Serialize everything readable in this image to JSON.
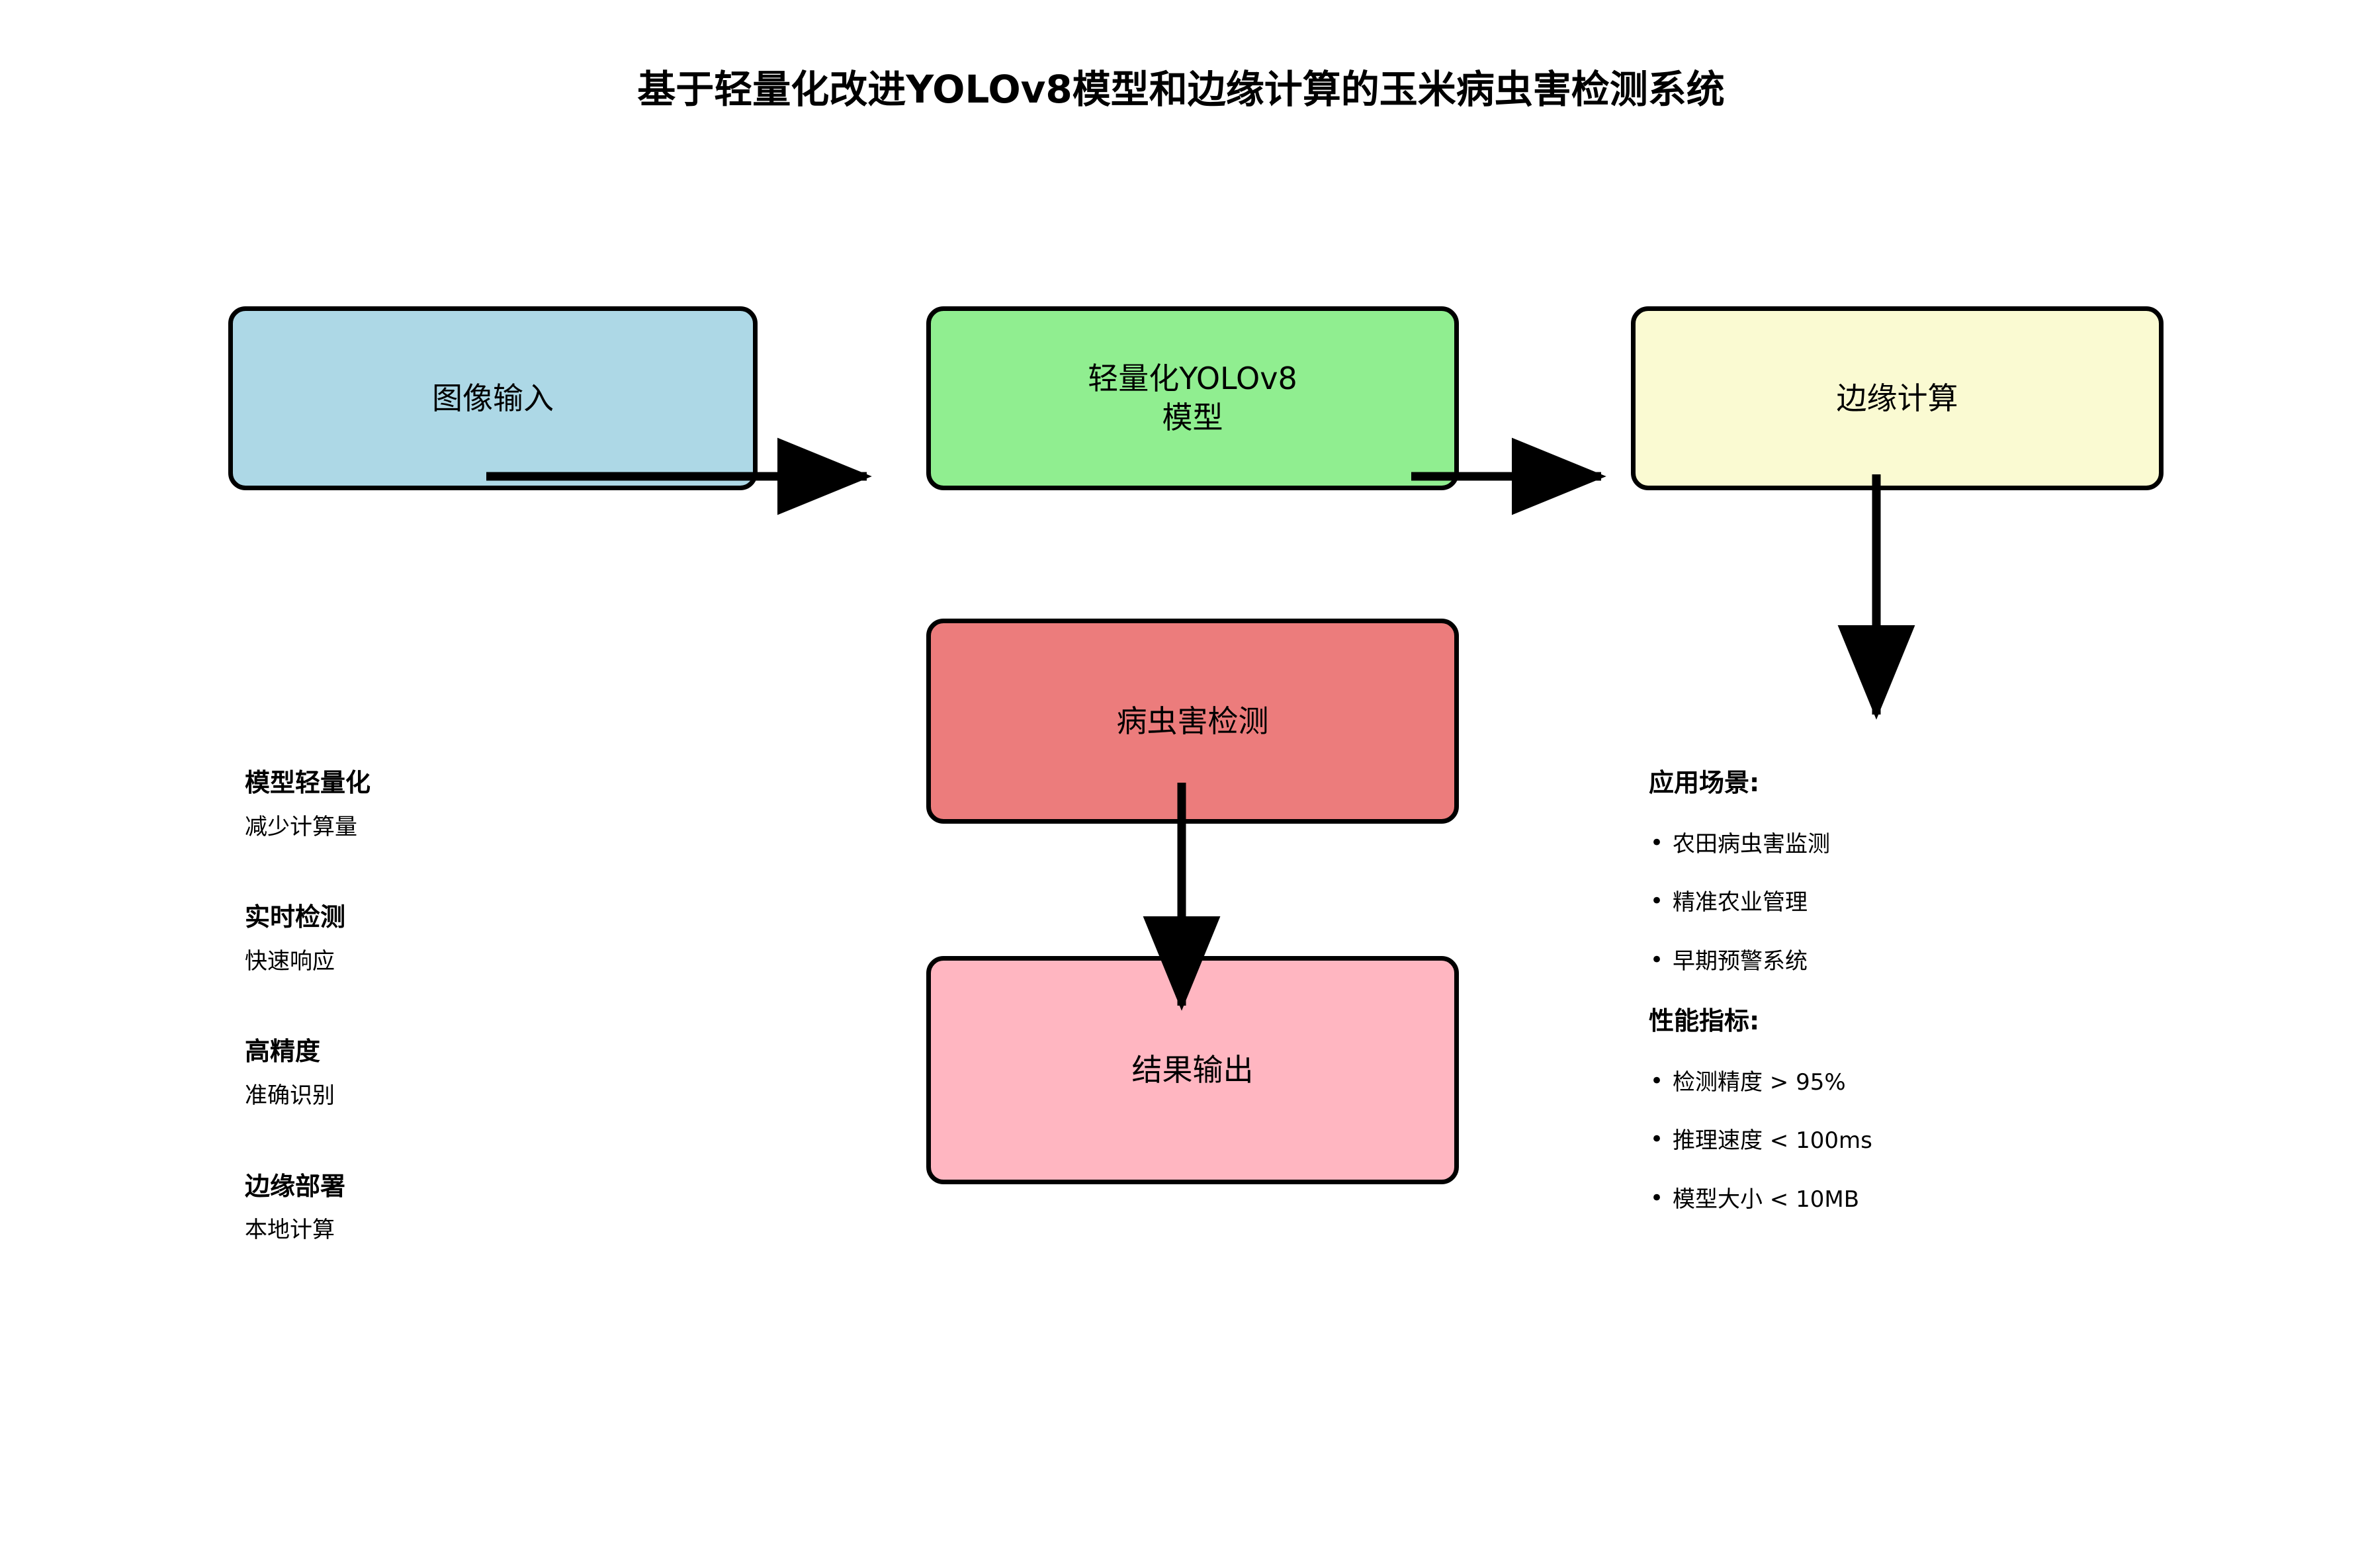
{
  "title": "基于轻量化改进YOLOv8模型和边缘计算的玉米病虫害检测系统",
  "flow": {
    "nodes": [
      {
        "id": "image-input",
        "label": "图像输入",
        "color": "#ADD8E6"
      },
      {
        "id": "yolo-model",
        "label": "轻量化YOLOv8\n模型",
        "color": "#90EE90"
      },
      {
        "id": "edge-compute",
        "label": "边缘计算",
        "color": "#FAFAD2"
      },
      {
        "id": "pest-detect",
        "label": "病虫害检测",
        "color": "#EC7C7C"
      },
      {
        "id": "result-output",
        "label": "结果输出",
        "color": "#FFB6C1"
      }
    ],
    "edges": [
      {
        "from": "image-input",
        "to": "yolo-model",
        "direction": "right"
      },
      {
        "from": "yolo-model",
        "to": "edge-compute",
        "direction": "right"
      },
      {
        "from": "edge-compute",
        "to": "pest-detect",
        "direction": "down"
      },
      {
        "from": "pest-detect",
        "to": "result-output",
        "direction": "down"
      }
    ]
  },
  "features": [
    {
      "title": "模型轻量化",
      "desc": "减少计算量"
    },
    {
      "title": "实时检测",
      "desc": "快速响应"
    },
    {
      "title": "高精度",
      "desc": "准确识别"
    },
    {
      "title": "边缘部署",
      "desc": "本地计算"
    }
  ],
  "scenarios": {
    "heading": "应用场景:",
    "items": [
      "农田病虫害监测",
      "精准农业管理",
      "早期预警系统"
    ]
  },
  "metrics": {
    "heading": "性能指标:",
    "items": [
      "检测精度 > 95%",
      "推理速度 < 100ms",
      "模型大小 < 10MB"
    ]
  },
  "colors": {
    "background": "#FFFFFF",
    "stroke": "#000000",
    "text": "#000000"
  }
}
